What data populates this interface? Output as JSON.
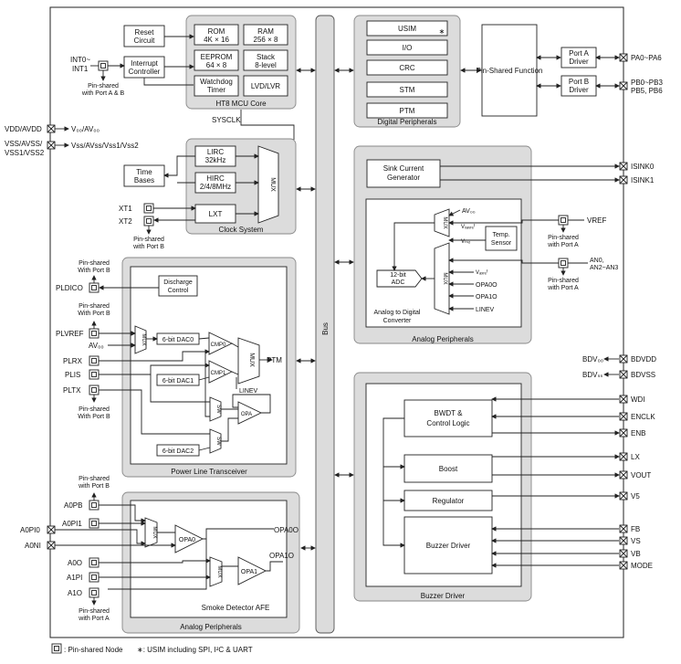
{
  "legend": {
    "pin_shared_node": ": Pin-shared Node",
    "usim_note": "∗: USIM including SPI, I²C & UART"
  },
  "mcu_core": {
    "title": "HT8 MCU Core",
    "rom": [
      "ROM",
      "4K × 16"
    ],
    "ram": [
      "RAM",
      "256 × 8"
    ],
    "eeprom": [
      "EEPROM",
      "64 × 8"
    ],
    "stack": [
      "Stack",
      "8-level"
    ],
    "watchdog": [
      "Watchdog",
      "Timer"
    ],
    "lvd": "LVD/LVR"
  },
  "reset_circuit": [
    "Reset",
    "Circuit"
  ],
  "interrupt_controller": [
    "Interrupt",
    "Controller"
  ],
  "int_pins": [
    "INT0~",
    "INT1"
  ],
  "pin_shared_ab": [
    "Pin-shared",
    "with Port A & B"
  ],
  "sysclk": "SYSCLK",
  "power_pins": {
    "vdd": "VDD/AVDD",
    "vdd_int": "V₀₀/AV₀₀",
    "vss": [
      "VSS/AVSS/",
      "VSS1/VSS2"
    ],
    "vss_int": "Vss/AVss/Vss1/Vss2"
  },
  "clock": {
    "title": "Clock System",
    "lirc": [
      "LIRC",
      "32kHz"
    ],
    "hirc": [
      "HIRC",
      "2/4/8MHz"
    ],
    "mux": "MUX",
    "lxt": "LXT",
    "time_bases": [
      "Time",
      "Bases"
    ],
    "xt1": "XT1",
    "xt2": "XT2",
    "pin_shared_b": [
      "Pin-shared",
      "with Port B"
    ]
  },
  "bus": "Bus",
  "digital": {
    "title": "Digital Peripherals",
    "items": [
      "USIM",
      "I/O",
      "CRC",
      "STM",
      "PTM"
    ],
    "usim_star": "∗"
  },
  "pin_shared_function": "Pin-Shared Function",
  "port_a": {
    "driver": [
      "Port A",
      "Driver"
    ],
    "pins": "PA0~PA6"
  },
  "port_b": {
    "driver": [
      "Port B",
      "Driver"
    ],
    "pins": [
      "PB0~PB3",
      "PB5, PB6"
    ]
  },
  "analog_top": {
    "title": "Analog Peripherals",
    "sink": [
      "Sink Current",
      "Generator"
    ],
    "isink0": "ISINK0",
    "isink1": "ISINK1",
    "adc_title": [
      "Analog to Digital",
      "Converter"
    ],
    "adc": [
      "12-bit",
      "ADC"
    ],
    "avdd": "AV₀₀",
    "vtavref": "Vₓₐᵥᵣₑᶠ",
    "vtso": "Vₜₛₒ",
    "temp": [
      "Temp.",
      "Sensor"
    ],
    "vref": "VREF",
    "mux": "MUX",
    "vadref": "Vₐₓᵣₑᶠ",
    "opa0o": "OPA0O",
    "opa1o": "OPA1O",
    "linev": "LINEV",
    "an": [
      "AN0,",
      "AN2~AN3"
    ],
    "pin_shared_a": [
      "Pin-shared",
      "with Port A"
    ]
  },
  "plt": {
    "title": "Power Line Transceiver",
    "discharge": [
      "Discharge",
      "Control"
    ],
    "pldico": "PLDICO",
    "plvref": "PLVREF",
    "avdd": "AV₀₀",
    "mux": "MUX",
    "dac0": "6-bit DAC0",
    "dac1": "6-bit DAC1",
    "dac2": "6-bit DAC2",
    "cmp0": "CMP0",
    "cmp1": "CMP1",
    "ptm": "PTM",
    "linev": "LINEV",
    "plrx": "PLRX",
    "plis": "PLIS",
    "pltx": "PLTX",
    "sw": "SW",
    "opa": "OPA",
    "pin_shared_b": [
      "Pin-shared",
      "With Port B"
    ]
  },
  "bdv": {
    "bdvdd_int": "BDV₀₀",
    "bdvss_int": "BDVₛₛ",
    "bdvdd": "BDVDD",
    "bdvss": "BDVSS"
  },
  "buzzer": {
    "title": "Buzzer Driver",
    "bwdt": [
      "BWDT &",
      "Control Logic"
    ],
    "boost": "Boost",
    "regulator": "Regulator",
    "driver": "Buzzer Driver",
    "pins_right": [
      "WDI",
      "ENCLK",
      "ENB",
      "LX",
      "VOUT",
      "V5",
      "FB",
      "VS",
      "VB",
      "MODE"
    ]
  },
  "smoke": {
    "title": "Analog Peripherals",
    "afe": "Smoke Detector AFE",
    "a0pb": "A0PB",
    "a0pi1": "A0PI1",
    "a0pi0": "A0PI0",
    "a0ni": "A0NI",
    "a0o": "A0O",
    "a1pi": "A1PI",
    "a1o": "A1O",
    "mux": "MUX",
    "opa0": "OPA0",
    "opa1": "OPA1",
    "opa0o": "OPA0O",
    "opa1o": "OPA1O",
    "pin_shared_b": [
      "Pin-shared",
      "with Port B"
    ],
    "pin_shared_a": [
      "Pin-shared",
      "with Port A"
    ]
  }
}
